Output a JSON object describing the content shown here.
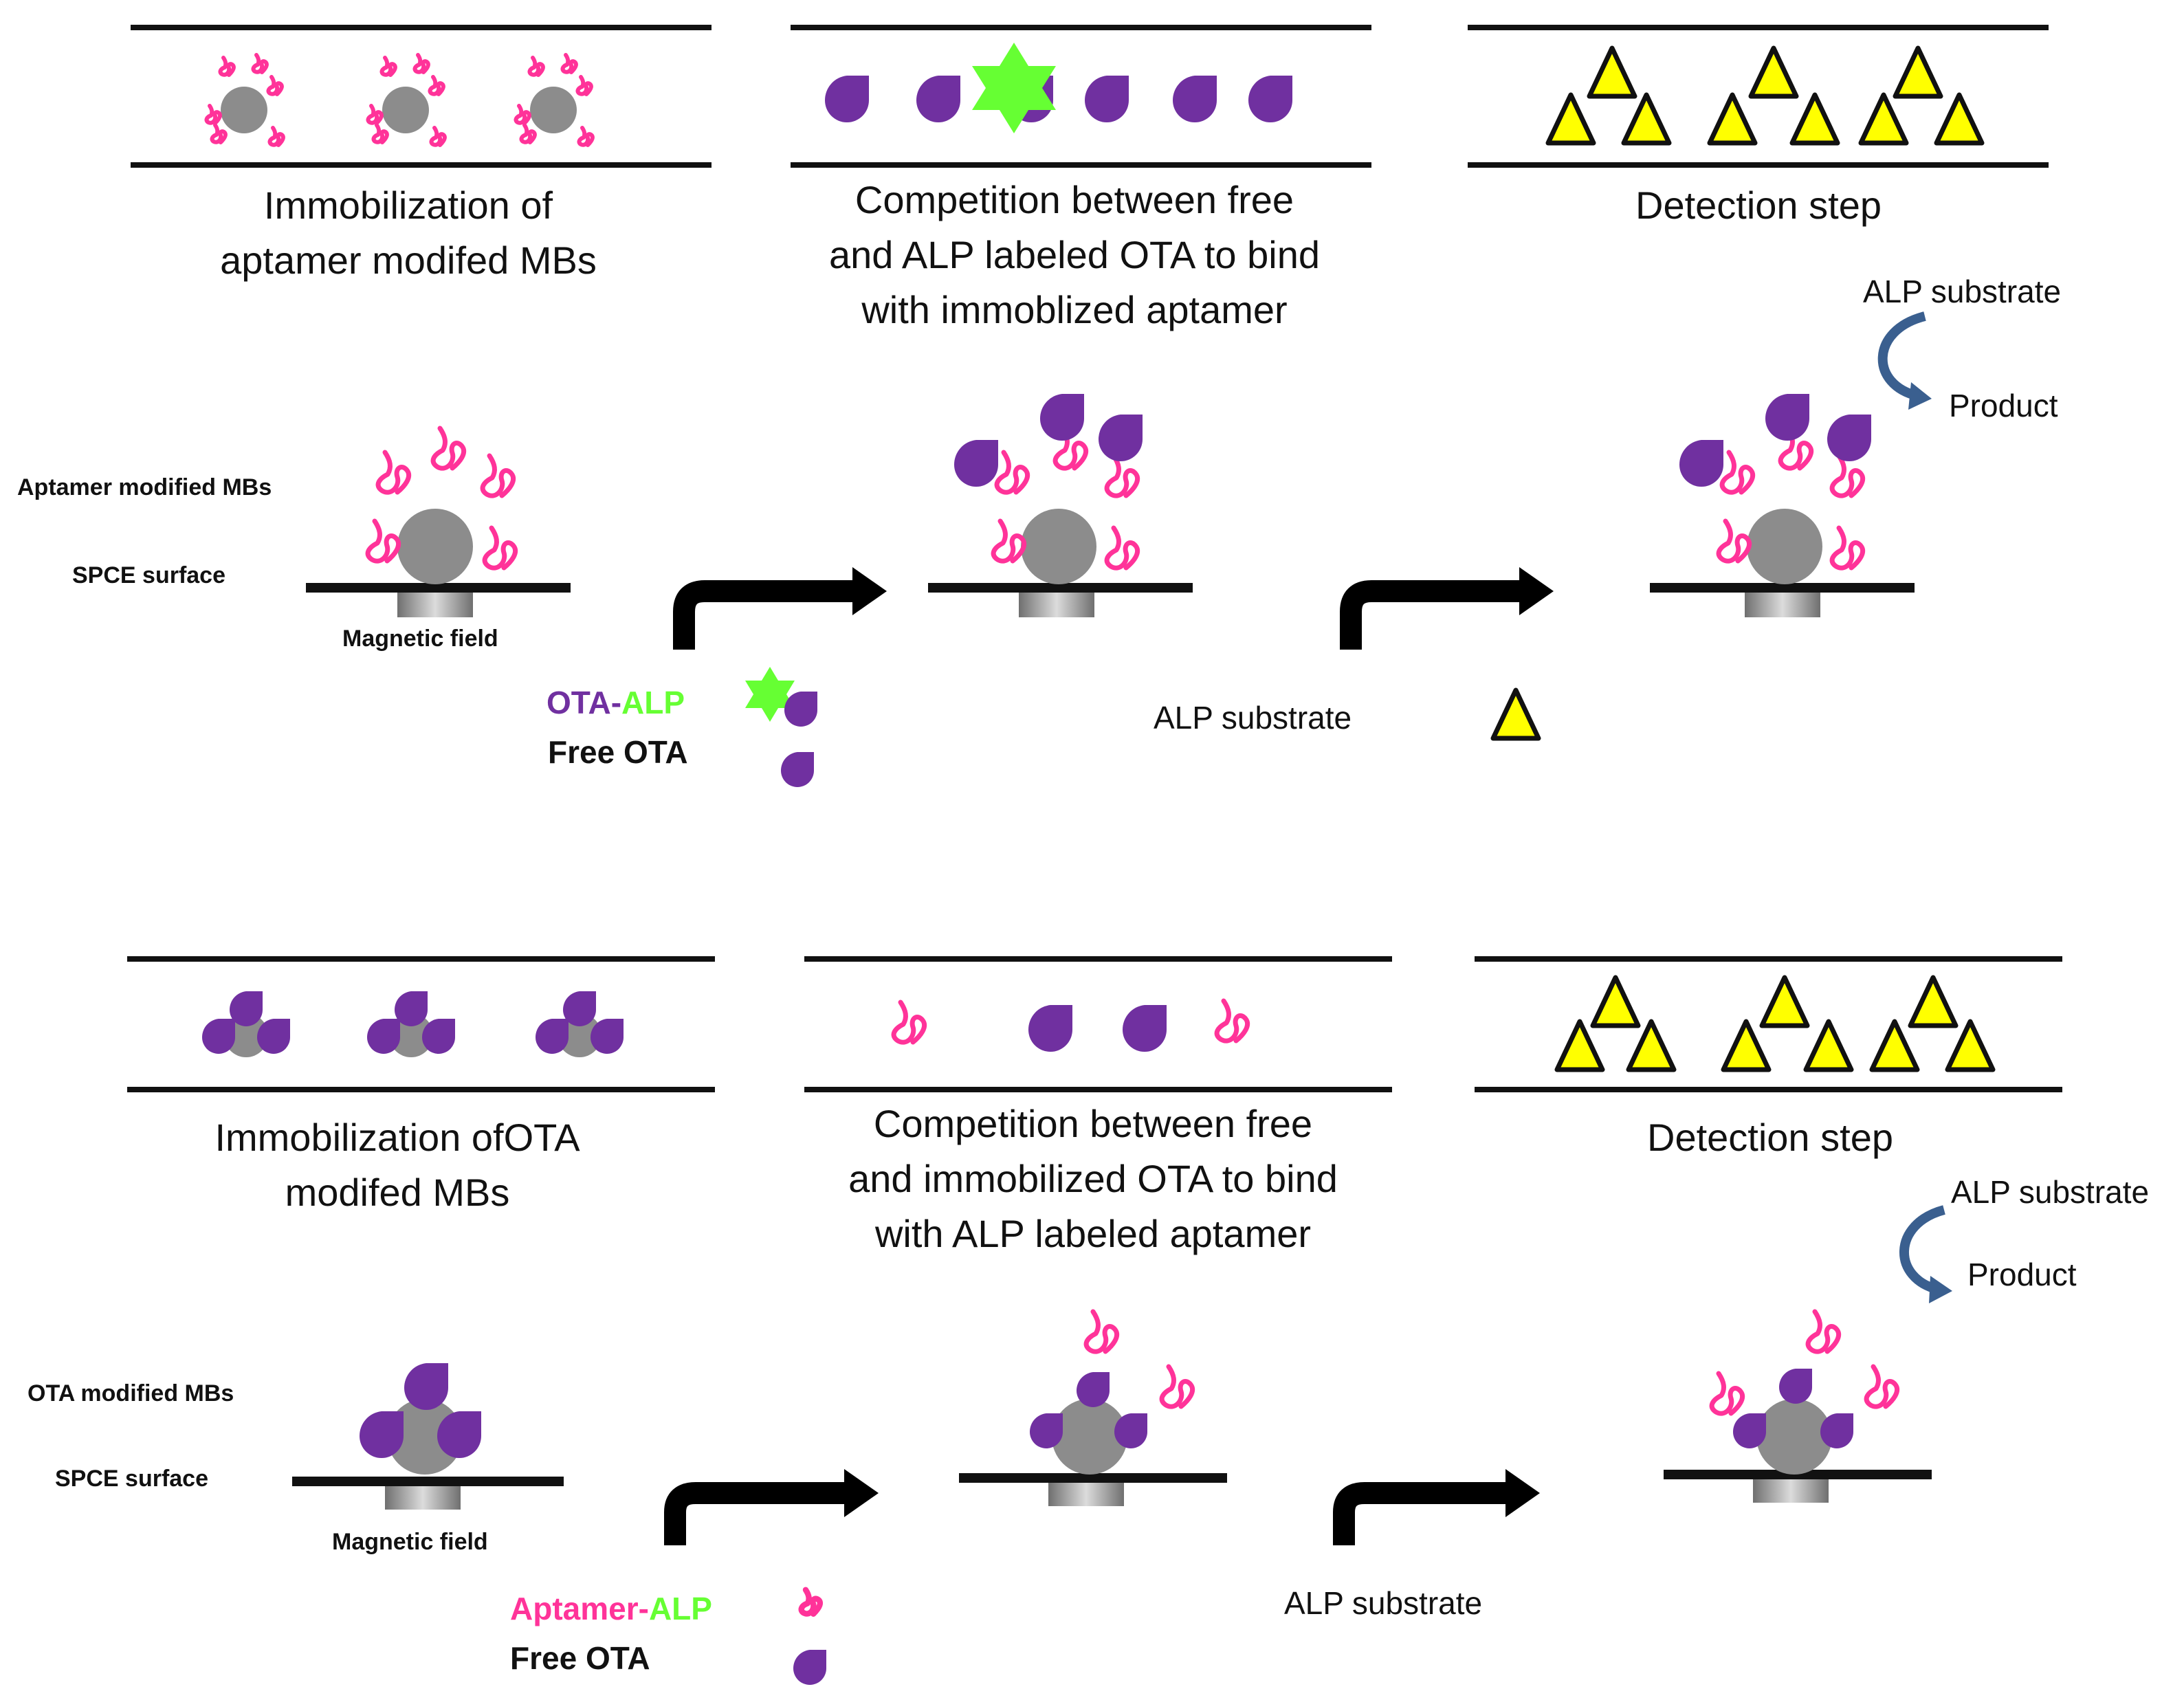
{
  "colors": {
    "aptamer": "#ff3399",
    "ota": "#7030a0",
    "alp": "#66ff33",
    "substrate": "#ffff00",
    "bead": "#8c8c8c",
    "curved_arrow": "#3a5f8f"
  },
  "top": {
    "panels": [
      {
        "caption_lines": [
          "Immobilization of",
          "aptamer modifed MBs"
        ]
      },
      {
        "caption_lines": [
          "Competition between free",
          "and ALP labeled OTA to bind",
          "with immoblized aptamer"
        ]
      },
      {
        "caption_lines": [
          "Detection step"
        ]
      }
    ],
    "reaction": {
      "substrate": "ALP substrate",
      "product": "Product"
    },
    "labels": {
      "mbs": "Aptamer modified MBs",
      "surface": "SPCE surface",
      "magnet": "Magnetic field"
    },
    "legend": {
      "conj_a": "OTA",
      "dash": "-",
      "conj_b": "ALP",
      "free": "Free OTA"
    },
    "step_label": "ALP substrate"
  },
  "bottom": {
    "panels": [
      {
        "caption_lines": [
          "Immobilization ofOTA",
          "modifed MBs"
        ]
      },
      {
        "caption_lines": [
          "Competition between free",
          "and immobilized OTA to bind",
          "with ALP labeled aptamer"
        ]
      },
      {
        "caption_lines": [
          "Detection step"
        ]
      }
    ],
    "reaction": {
      "substrate": "ALP substrate",
      "product": "Product"
    },
    "labels": {
      "mbs": "OTA modified MBs",
      "surface": "SPCE surface",
      "magnet": "Magnetic field"
    },
    "legend": {
      "conj_a": "Aptamer",
      "dash": "-",
      "conj_b": "ALP",
      "free": "Free OTA"
    },
    "step_label": "ALP substrate"
  }
}
